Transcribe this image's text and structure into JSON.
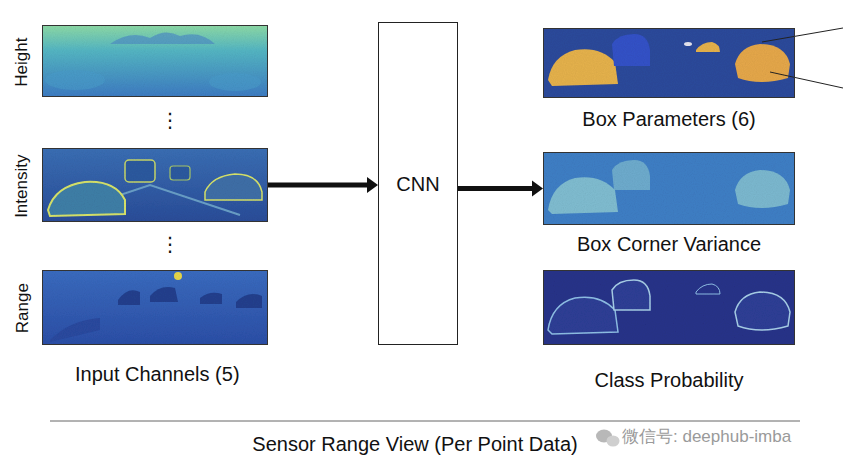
{
  "diagram": {
    "caption": "Sensor Range View (Per Point Data)",
    "nodes": [
      {
        "text": [
          "Height"
        ]
      },
      {
        "text": [
          "Intensity"
        ]
      },
      {
        "text": [
          "Range"
        ]
      },
      {
        "text": [
          "CNN"
        ]
      },
      {
        "text": [
          "Box Parameters (6)"
        ]
      },
      {
        "text": [
          "Box Corner Variance"
        ]
      },
      {
        "text": [
          "Class Probability"
        ]
      }
    ],
    "edges": [
      {
        "from": 1,
        "to": 3,
        "arrow": "to"
      },
      {
        "from": 3,
        "to": 5,
        "arrow": "to"
      }
    ],
    "labels": [
      "⋮",
      "⋮",
      "Input Channels (5)",
      "微信号: deephub-imba"
    ]
  }
}
